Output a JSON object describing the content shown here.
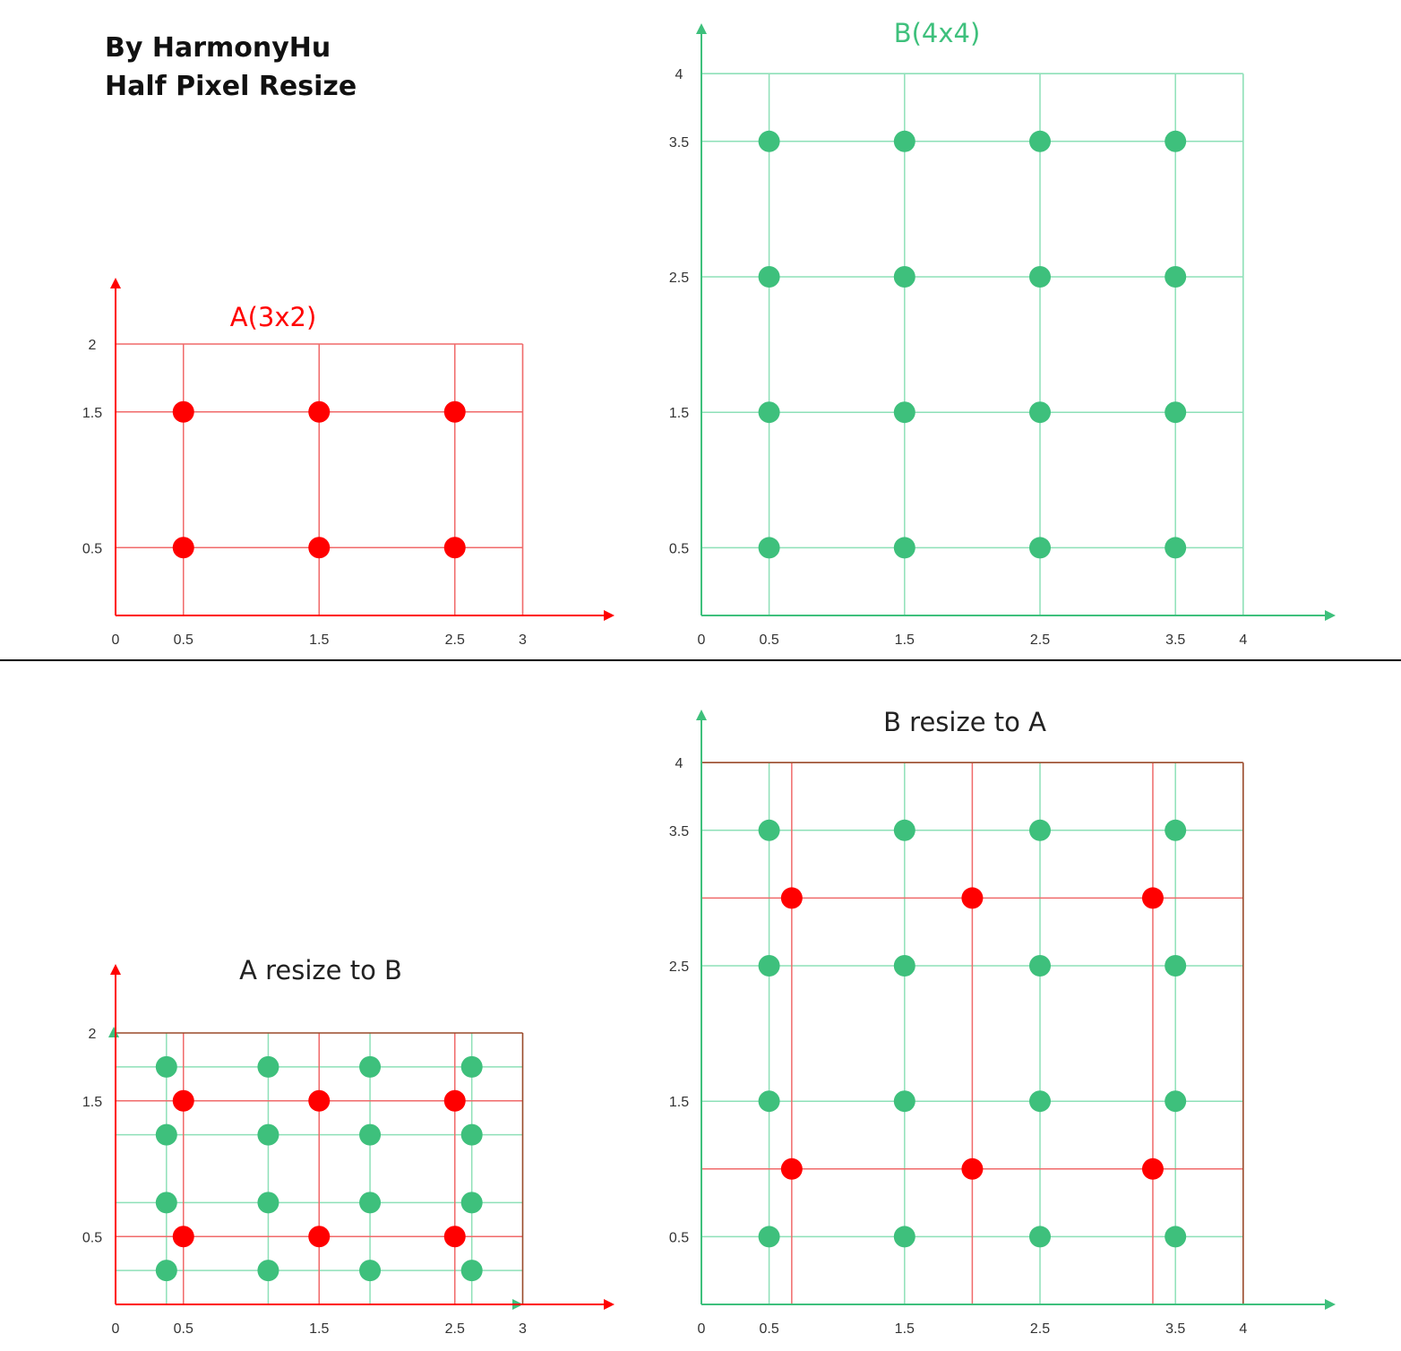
{
  "header": {
    "line1": "By HarmonyHu",
    "line2": "Half Pixel Resize"
  },
  "colors": {
    "red": "#ff0000",
    "redline": "#f06a6a",
    "green": "#3ec07c",
    "greenline": "#8ee0b8",
    "brown": "#9a4a2a",
    "divider": "#000000"
  },
  "panels": [
    {
      "id": "panel-a",
      "title": "A(3x2)",
      "title_color": "#ff0000",
      "axis_color": "red",
      "border": "redline",
      "xlim": [
        0,
        3
      ],
      "ylim": [
        0,
        2
      ],
      "x_ticks": [
        "0",
        "0.5",
        "1.5",
        "2.5",
        "3"
      ],
      "y_ticks": [
        "2",
        "1.5",
        "0.5"
      ],
      "grids": [
        {
          "color": "redline",
          "xs": [
            0.5,
            1.5,
            2.5
          ],
          "ys": [
            0.5,
            1.5
          ]
        }
      ],
      "point_sets": [
        {
          "color": "red",
          "xs": [
            0.5,
            1.5,
            2.5
          ],
          "ys": [
            0.5,
            1.5
          ]
        }
      ]
    },
    {
      "id": "panel-b",
      "title": "B(4x4)",
      "title_color": "#3ec07c",
      "axis_color": "green",
      "border": "greenline",
      "xlim": [
        0,
        4
      ],
      "ylim": [
        0,
        4
      ],
      "x_ticks": [
        "0",
        "0.5",
        "1.5",
        "2.5",
        "3.5",
        "4"
      ],
      "y_ticks": [
        "4",
        "3.5",
        "2.5",
        "1.5",
        "0.5"
      ],
      "grids": [
        {
          "color": "greenline",
          "xs": [
            0.5,
            1.5,
            2.5,
            3.5
          ],
          "ys": [
            0.5,
            1.5,
            2.5,
            3.5
          ]
        }
      ],
      "point_sets": [
        {
          "color": "green",
          "xs": [
            0.5,
            1.5,
            2.5,
            3.5
          ],
          "ys": [
            0.5,
            1.5,
            2.5,
            3.5
          ]
        }
      ]
    },
    {
      "id": "panel-a-resize",
      "title": "A resize to B",
      "title_color": "#222222",
      "axis_color": "red",
      "secondary_axis": "green",
      "border": "brown",
      "xlim": [
        0,
        3
      ],
      "ylim": [
        0,
        2
      ],
      "x_ticks": [
        "0",
        "0.5",
        "1.5",
        "2.5",
        "3"
      ],
      "y_ticks": [
        "2",
        "1.5",
        "0.5"
      ],
      "grids": [
        {
          "color": "greenline",
          "xs": [
            0.375,
            1.125,
            1.875,
            2.625
          ],
          "ys": [
            0.25,
            0.75,
            1.25,
            1.75
          ]
        },
        {
          "color": "redline",
          "xs": [
            0.5,
            1.5,
            2.5
          ],
          "ys": [
            0.5,
            1.5
          ]
        }
      ],
      "point_sets": [
        {
          "color": "green",
          "xs": [
            0.375,
            1.125,
            1.875,
            2.625
          ],
          "ys": [
            0.25,
            0.75,
            1.25,
            1.75
          ]
        },
        {
          "color": "red",
          "xs": [
            0.5,
            1.5,
            2.5
          ],
          "ys": [
            0.5,
            1.5
          ]
        }
      ]
    },
    {
      "id": "panel-b-resize",
      "title": "B resize to A",
      "title_color": "#222222",
      "axis_color": "green",
      "border": "brown",
      "xlim": [
        0,
        4
      ],
      "ylim": [
        0,
        4
      ],
      "x_ticks": [
        "0",
        "0.5",
        "1.5",
        "2.5",
        "3.5",
        "4"
      ],
      "y_ticks": [
        "4",
        "3.5",
        "2.5",
        "1.5",
        "0.5"
      ],
      "grids": [
        {
          "color": "greenline",
          "xs": [
            0.5,
            1.5,
            2.5,
            3.5
          ],
          "ys": [
            0.5,
            1.5,
            2.5,
            3.5
          ]
        },
        {
          "color": "redline",
          "xs": [
            0.667,
            2.0,
            3.333
          ],
          "ys": [
            1.0,
            3.0
          ]
        }
      ],
      "point_sets": [
        {
          "color": "green",
          "xs": [
            0.5,
            1.5,
            2.5,
            3.5
          ],
          "ys": [
            0.5,
            1.5,
            2.5,
            3.5
          ]
        },
        {
          "color": "red",
          "xs": [
            0.667,
            2.0,
            3.333
          ],
          "ys": [
            1.0,
            3.0
          ]
        }
      ]
    }
  ]
}
